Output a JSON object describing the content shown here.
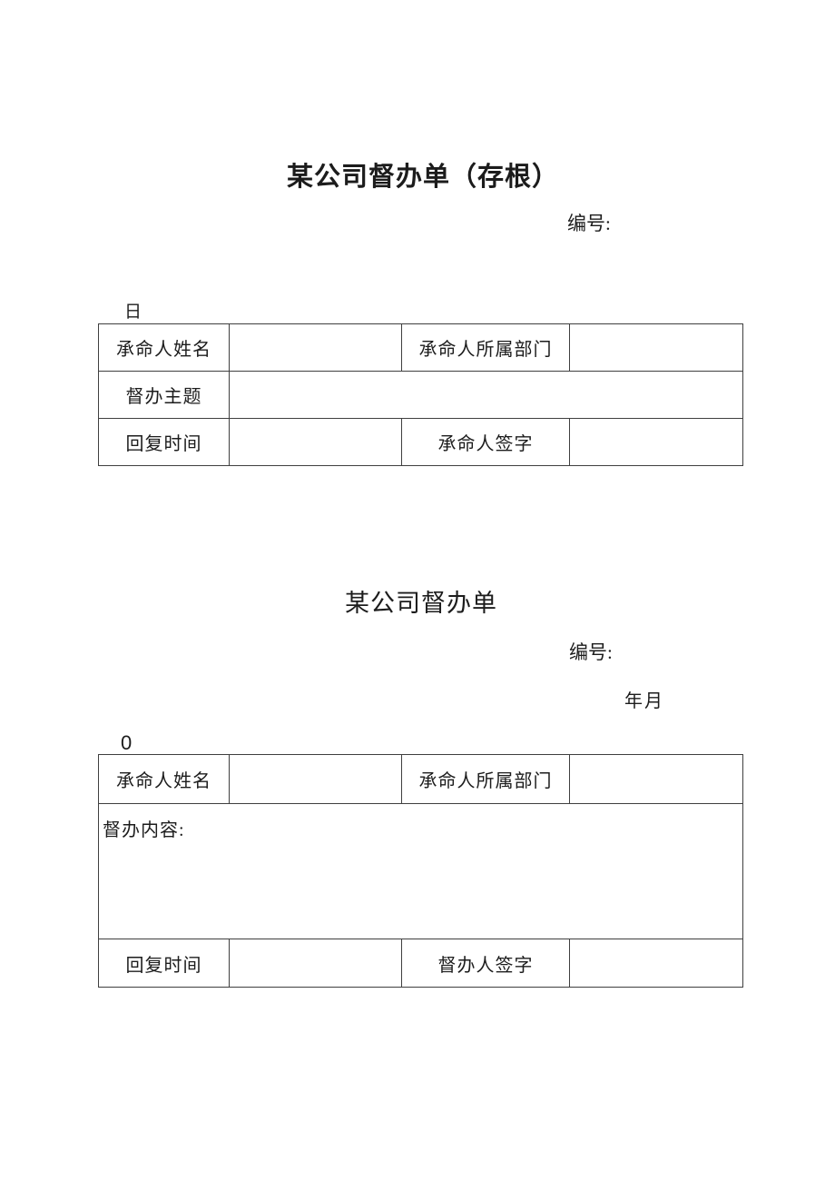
{
  "page": {
    "background": "#ffffff",
    "text_color": "#1c1c1c",
    "border_color": "#3f3f3f"
  },
  "stub_section": {
    "title": "某公司督办单（存根）",
    "number_label": "编号:",
    "date_fragment": "日",
    "table": {
      "recipient_name_label": "承命人姓名",
      "recipient_department_label": "承命人所属部门",
      "subject_label": "督办主题",
      "reply_time_label": "回复时间",
      "recipient_signature_label": "承命人签字"
    }
  },
  "main_section": {
    "title": "某公司督办单",
    "number_label": "编号:",
    "date_fragment": "年月",
    "stray_character": "0",
    "table": {
      "recipient_name_label": "承命人姓名",
      "recipient_department_label": "承命人所属部门",
      "content_label": "督办内容:",
      "reply_time_label": "回复时间",
      "supervisor_signature_label": "督办人签字"
    }
  }
}
